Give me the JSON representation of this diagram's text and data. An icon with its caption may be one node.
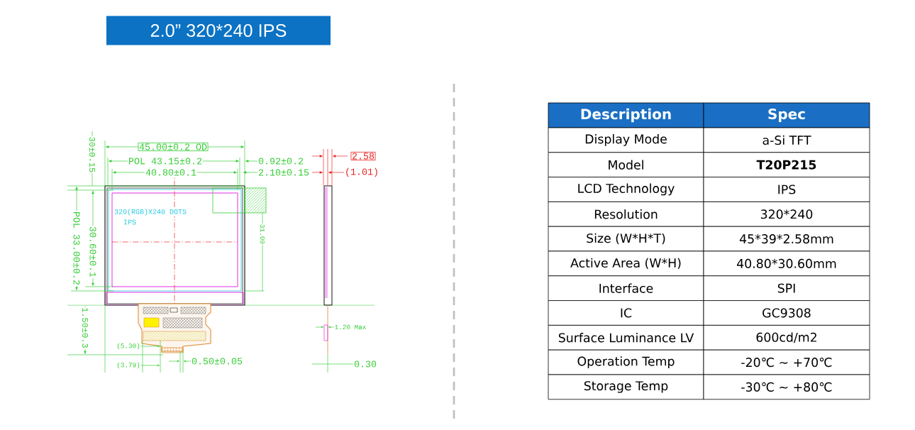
{
  "diagram": {
    "title": "2.0” 320*240 IPS",
    "labels": [
      "45.00±0.2 OD",
      "POL 43.15±0.2",
      "40.80±0.1",
      "0.92±0.2",
      "2.10±0.15",
      "2.58",
      "(1.01)",
      "30±0.15",
      "POL 33.00±0.2",
      "30.60±0.1",
      "31.00",
      "320(RGB)X240 DOTS",
      "IPS",
      "1.50±0.3",
      "(5.30)",
      "(3.79)",
      "0.50±0.05",
      "1.20 Max",
      "0.30",
      "Description",
      "Spec",
      "Display Mode",
      "a-Si TFT",
      "Model",
      "T20P215",
      "LCD Technology",
      "IPS",
      "Resolution",
      "320*240",
      "Size (W*H*T)",
      "45*39*2.58mm",
      "Active Area (W*H)",
      "40.80*30.60mm",
      "Interface",
      "SPI",
      "IC",
      "GC9308",
      "Surface Luminance LV",
      "600cd/m2",
      "Operation Temp",
      "-20℃ ~ +70℃",
      "Storage Temp",
      "-30℃ ~ +80℃"
    ]
  }
}
